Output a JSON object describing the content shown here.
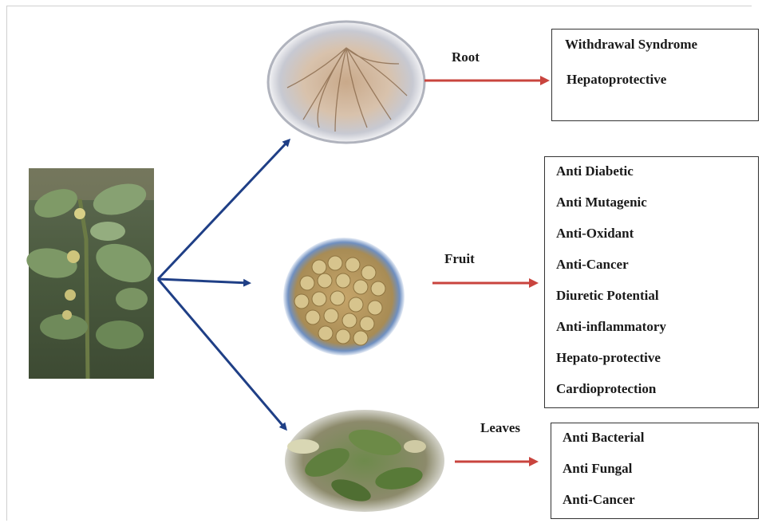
{
  "colors": {
    "branch_arrow": "#1f3f86",
    "effect_arrow": "#c9443e",
    "box_border": "#333333"
  },
  "parts": [
    {
      "id": "root",
      "label": "Root",
      "image": "root-in-petri-dish",
      "effects": [
        "Withdrawal Syndrome",
        "Hepatoprotective"
      ]
    },
    {
      "id": "fruit",
      "label": "Fruit",
      "image": "fruit-berries-in-bowl",
      "effects": [
        "Anti Diabetic",
        "Anti Mutagenic",
        "Anti-Oxidant",
        "Anti-Cancer",
        "Diuretic Potential",
        "Anti-inflammatory",
        "Hepato-protective",
        "Cardioprotection"
      ]
    },
    {
      "id": "leaves",
      "label": "Leaves",
      "image": "leaves-cluster",
      "effects": [
        "Anti Bacterial",
        "Anti Fungal",
        "Anti-Cancer"
      ]
    }
  ],
  "plant_image": "whole-plant-photo"
}
